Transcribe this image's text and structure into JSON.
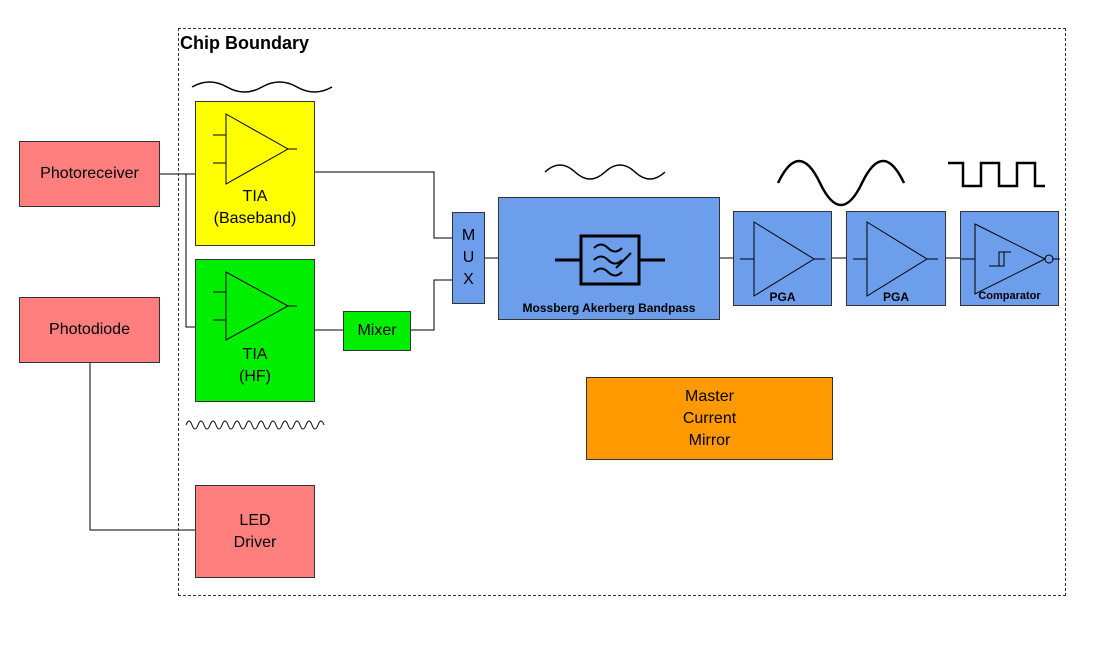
{
  "diagram": {
    "boundary_title": "Chip Boundary",
    "blocks": {
      "photoreceiver": "Photoreceiver",
      "photodiode": "Photodiode",
      "tia_baseband": "TIA\n(Baseband)",
      "tia_hf": "TIA\n(HF)",
      "led_driver": "LED\nDriver",
      "mixer": "Mixer",
      "mux": [
        "M",
        "U",
        "X"
      ],
      "bandpass": "Mossberg Akerberg Bandpass",
      "pga1": "PGA",
      "pga2": "PGA",
      "comparator": "Comparator",
      "master_mirror": "Master\nCurrent\nMirror"
    },
    "colors": {
      "external": "#ff7f7f",
      "tia_baseband": "#ffff00",
      "tia_hf": "#00ee00",
      "signal_chain": "#6d9eeb",
      "bias": "#ff9900"
    }
  }
}
